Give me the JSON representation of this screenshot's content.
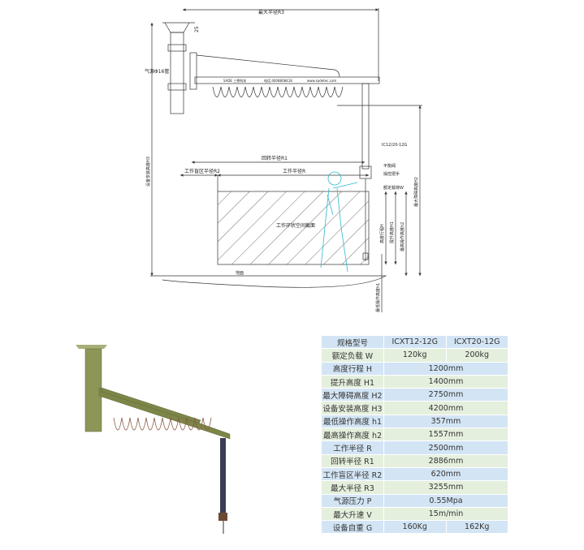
{
  "drawing": {
    "r3": "最大半径R3",
    "dim25": "25",
    "air": "气源Φ16管",
    "brand": "SADE 三德科技",
    "phone": "电话:4008808418",
    "web": "www.sadetec.com",
    "h3": "设备安装高度H3",
    "r1": "回转半径R1",
    "r2": "工作盲区半径R2",
    "r": "工作半径R",
    "model": "IC12/20-12G",
    "valve": "平衡阀",
    "handle": "操控把手",
    "load": "额定载荷W",
    "space": "工作环状空间截面",
    "ground": "地面",
    "h": "高度行程H",
    "h1cap": "提升高度H1",
    "h2low": "最高操作高度h2",
    "h2cap": "最大障碍高度H2",
    "h1low": "最低操作高度h1"
  },
  "table": {
    "header": [
      "规格型号",
      "ICXT12-12G",
      "ICXT20-12G"
    ],
    "rows": [
      {
        "label": "额定负载 W",
        "values": [
          "120kg",
          "200kg"
        ]
      },
      {
        "label": "高度行程 H",
        "values": [
          "1200mm"
        ]
      },
      {
        "label": "提升高度 H1",
        "values": [
          "1400mm"
        ]
      },
      {
        "label": "最大障碍高度 H2",
        "values": [
          "2750mm"
        ]
      },
      {
        "label": "设备安装高度 H3",
        "values": [
          "4200mm"
        ]
      },
      {
        "label": "最低操作高度 h1",
        "values": [
          "357mm"
        ]
      },
      {
        "label": "最高操作高度 h2",
        "values": [
          "1557mm"
        ]
      },
      {
        "label": "工作半径 R",
        "values": [
          "2500mm"
        ]
      },
      {
        "label": "回转半径 R1",
        "values": [
          "2886mm"
        ]
      },
      {
        "label": "工作盲区半径 R2",
        "values": [
          "620mm"
        ]
      },
      {
        "label": "最大半径 R3",
        "values": [
          "3255mm"
        ]
      },
      {
        "label": "气源压力  P",
        "values": [
          "0.55Mpa"
        ]
      },
      {
        "label": "最大升速  V",
        "values": [
          "15m/min"
        ]
      },
      {
        "label": "设备自重 G",
        "values": [
          "160Kg",
          "162Kg"
        ]
      }
    ]
  },
  "colors": {
    "row_blue": "#d3e5f5",
    "row_green": "#e5efdd",
    "crane": "#7d8648",
    "worker": "#2bb8d0"
  }
}
